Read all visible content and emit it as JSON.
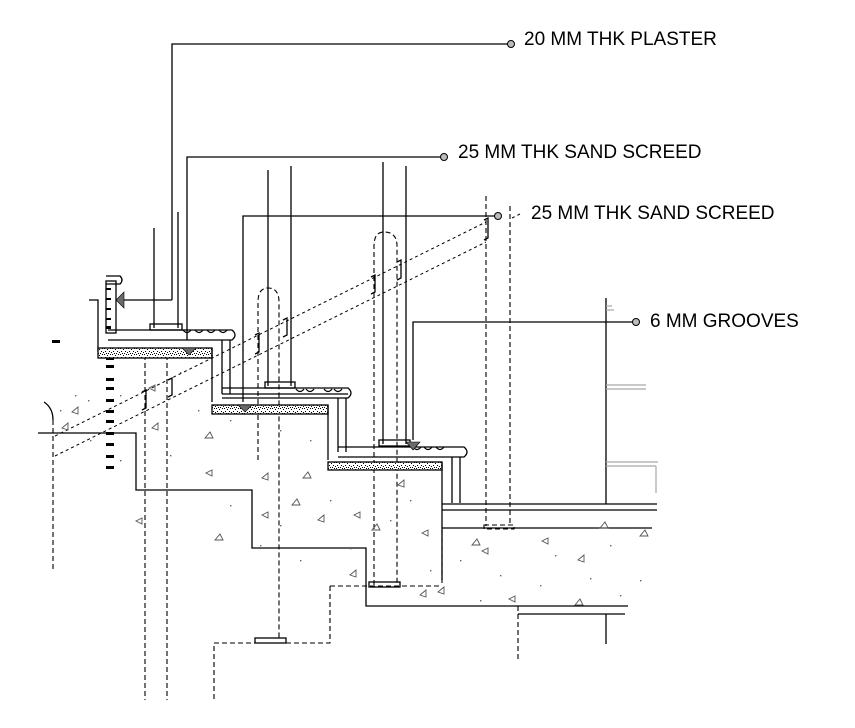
{
  "drawing": {
    "type": "staircase section detail",
    "annotations": [
      {
        "id": "plaster",
        "text": "20 MM THK PLASTER"
      },
      {
        "id": "screed-1",
        "text": "25 MM THK SAND SCREED"
      },
      {
        "id": "screed-2",
        "text": "25 MM THK SAND SCREED"
      },
      {
        "id": "grooves",
        "text": "6 MM GROOVES"
      }
    ],
    "colors": {
      "line": "#000000",
      "hidden_line": "#000000",
      "secondary_line": "#a6a6a6",
      "leader_bullet": "#bbbbbb",
      "level_marker": "#6b6b6b",
      "background": "#ffffff"
    },
    "elements": {
      "steps": 3,
      "baluster_posts": 3,
      "handrail": "dashed inclined handrail",
      "fill": "concrete hatch with aggregate triangles"
    }
  }
}
